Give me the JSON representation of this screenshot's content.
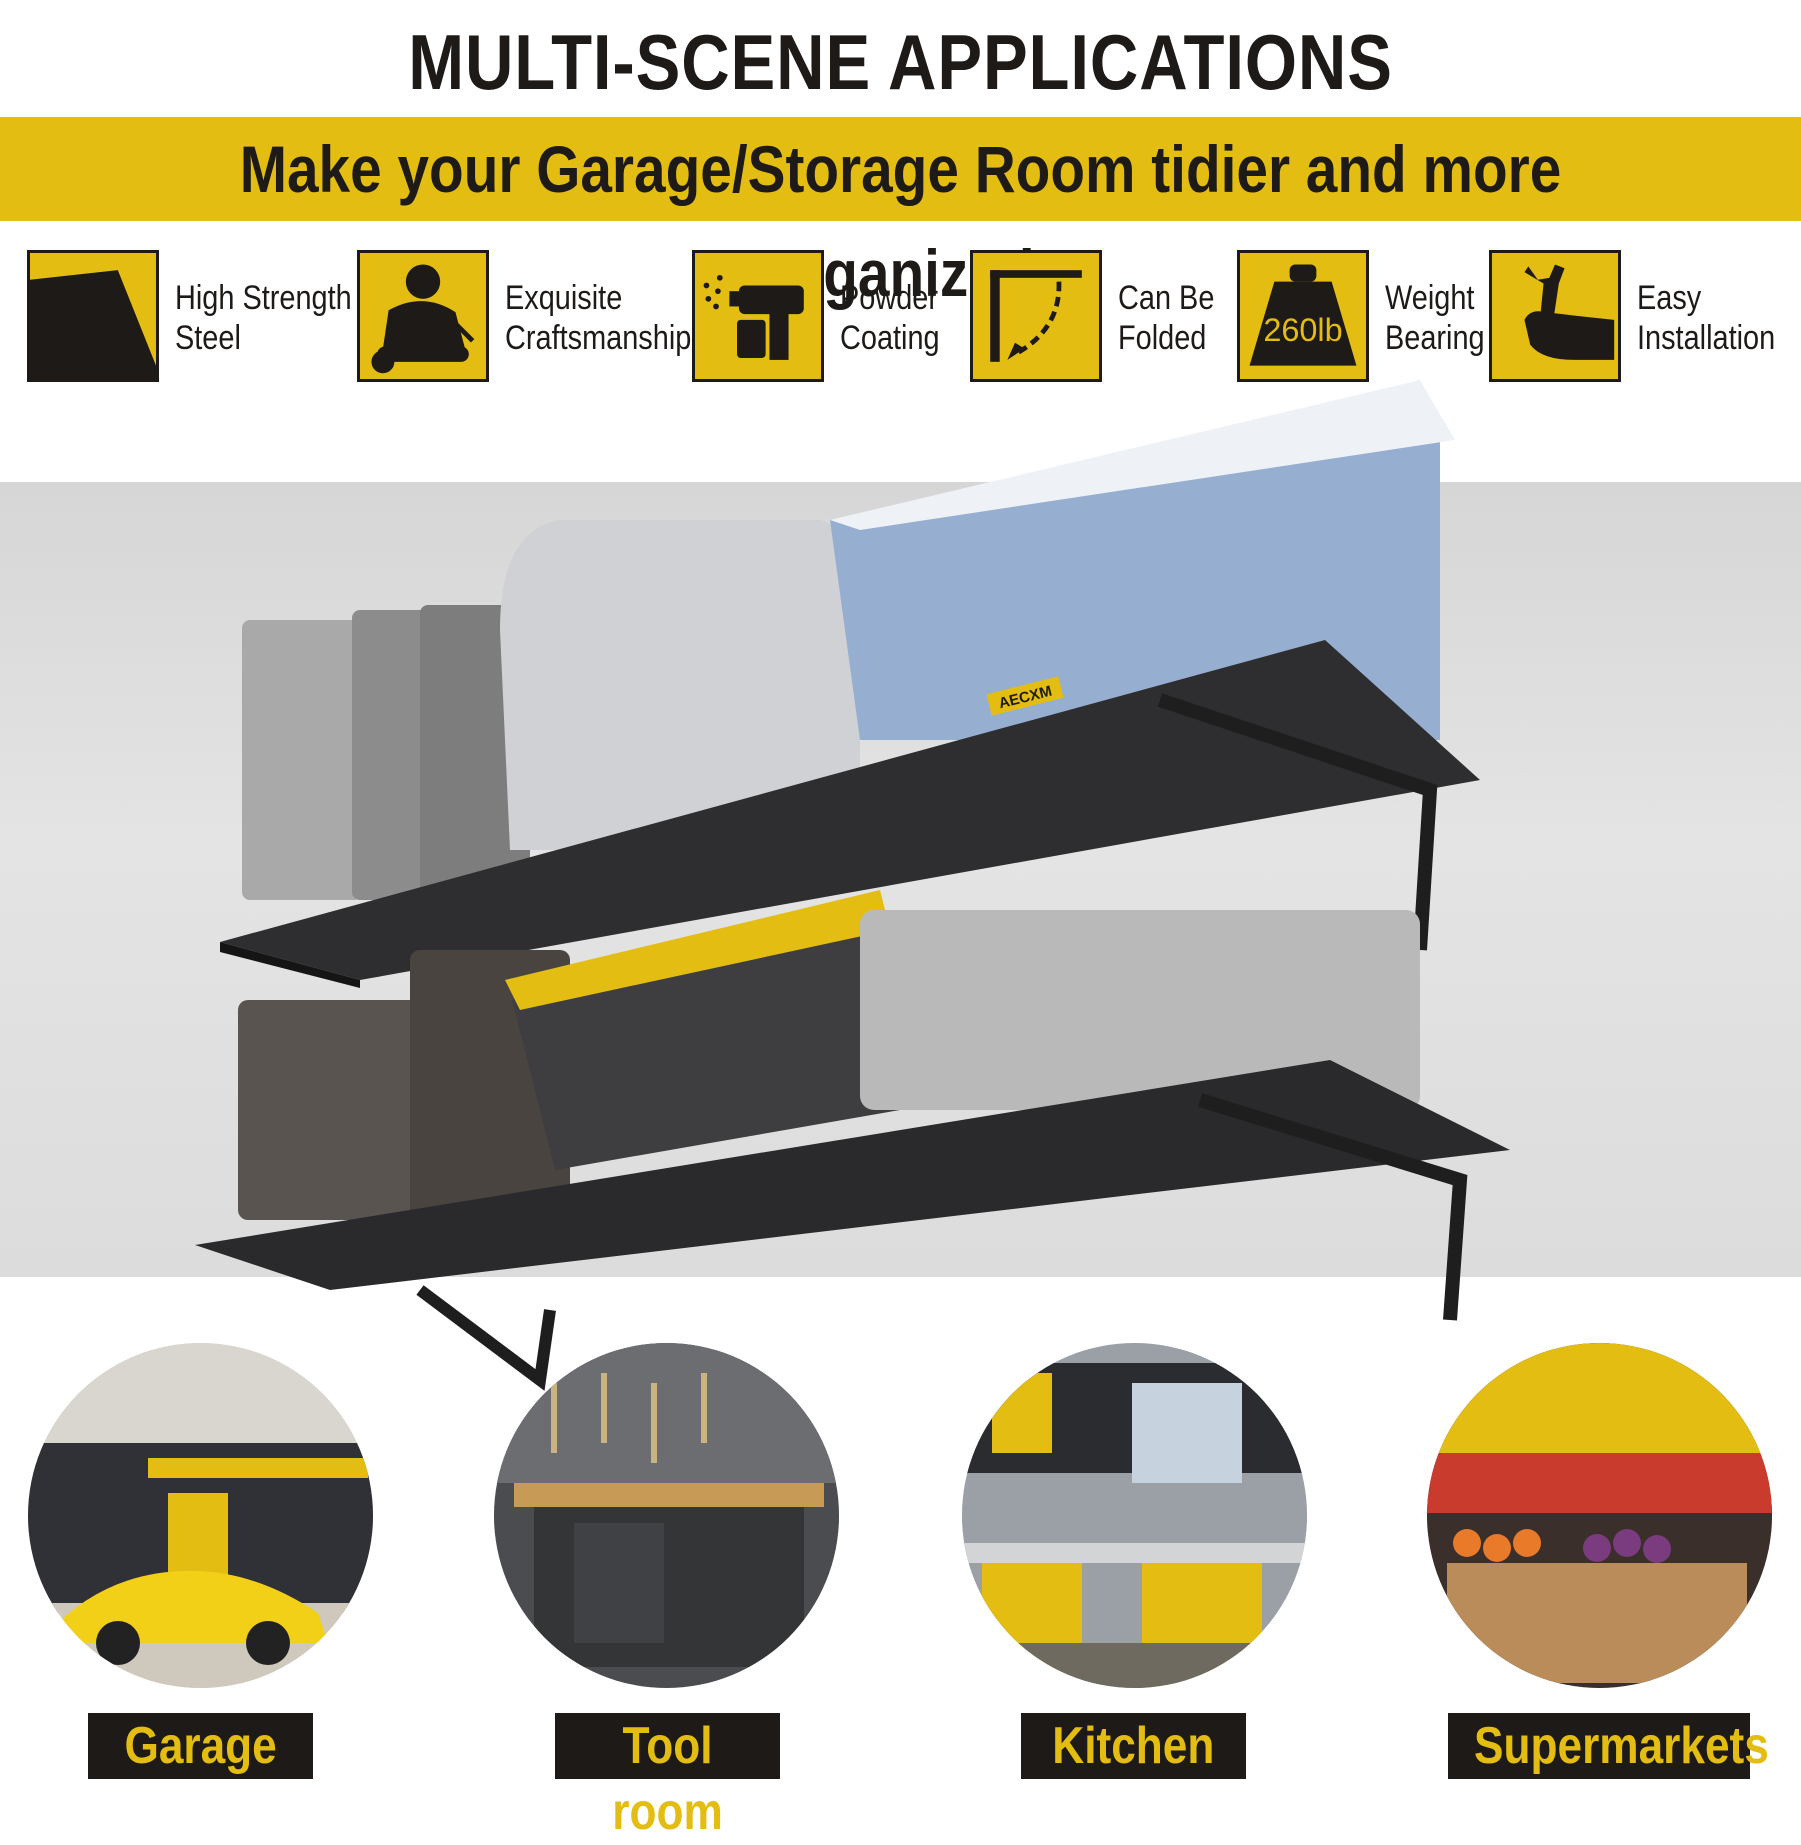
{
  "header": {
    "title": "MULTI-SCENE APPLICATIONS",
    "subtitle": "Make your Garage/Storage Room tidier and more organized"
  },
  "colors": {
    "accent": "#e3bd12",
    "dark": "#1e1a17"
  },
  "features": [
    {
      "icon": "steel-plate-icon",
      "line1": "High Strength",
      "line2": "Steel"
    },
    {
      "icon": "welder-icon",
      "line1": "Exquisite",
      "line2": "Craftsmanship"
    },
    {
      "icon": "spray-gun-icon",
      "line1": "Powder",
      "line2": "Coating"
    },
    {
      "icon": "fold-arrow-icon",
      "line1": "Can Be",
      "line2": "Folded"
    },
    {
      "icon": "weight-icon",
      "line1": "Weight",
      "line2": "Bearing",
      "badge": "260lb"
    },
    {
      "icon": "wrench-hand-icon",
      "line1": "Easy",
      "line2": "Installation"
    }
  ],
  "product": {
    "brand": "AECXM"
  },
  "scenes": [
    {
      "label": "Garage"
    },
    {
      "label": "Tool room"
    },
    {
      "label": "Kitchen"
    },
    {
      "label": "Supermarkets"
    }
  ]
}
